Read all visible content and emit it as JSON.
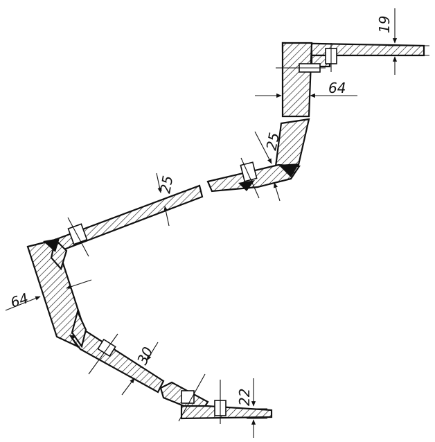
{
  "drawing": {
    "description_free": true,
    "colors": {
      "ink": "#111111",
      "paper": "#ffffff"
    },
    "dimensions": [
      {
        "id": "top-flange",
        "label": "19"
      },
      {
        "id": "upper-web",
        "label": "64"
      },
      {
        "id": "upper-diagonal",
        "label": "25"
      },
      {
        "id": "middle-strip",
        "label": "25"
      },
      {
        "id": "left-web",
        "label": "64"
      },
      {
        "id": "lower-diagonal",
        "label": "30"
      },
      {
        "id": "bottom-flange",
        "label": "22"
      }
    ]
  }
}
